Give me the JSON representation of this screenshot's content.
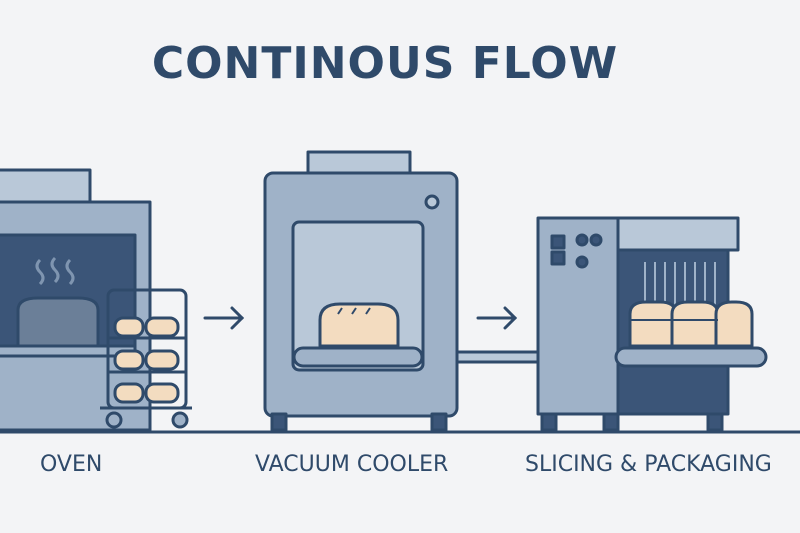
{
  "title": "CONTINOUS FLOW",
  "stages": [
    {
      "label": "OVEN",
      "icon": "oven-icon"
    },
    {
      "label": "VACUUM COOLER",
      "icon": "vacuum-cooler-icon"
    },
    {
      "label": "SLICING & PACKAGING",
      "icon": "slicing-packaging-machine-icon"
    }
  ],
  "colors": {
    "outline": "#2f4a6a",
    "machine_fill": "#9fb2c8",
    "machine_light": "#b9c8d8",
    "dark_panel": "#3b5578",
    "bread": "#f3dcc0",
    "background": "#f3f4f6"
  }
}
